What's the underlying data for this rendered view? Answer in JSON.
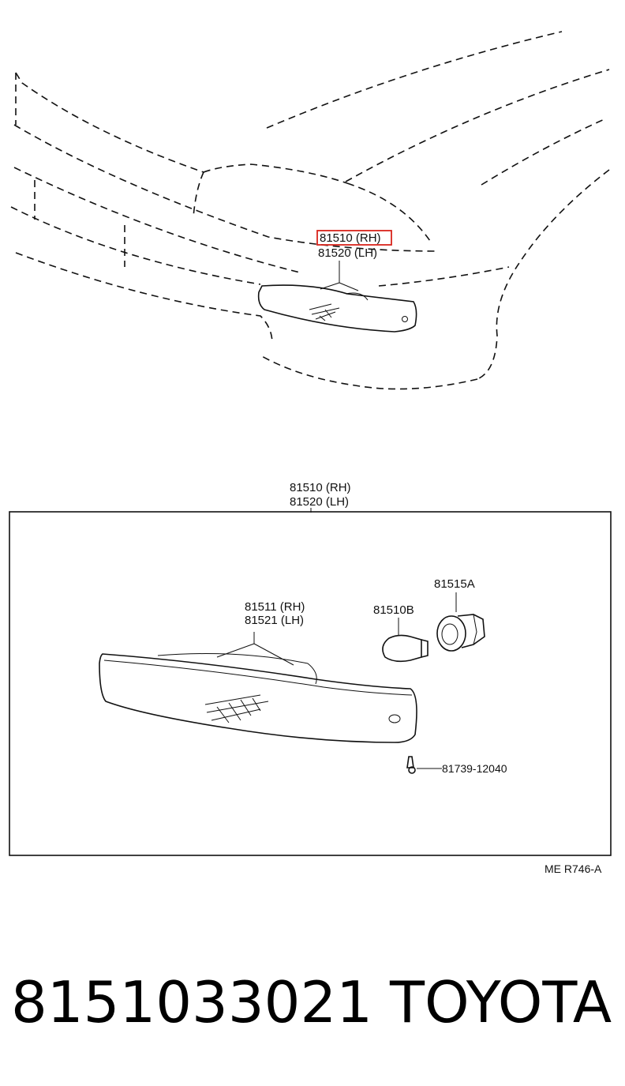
{
  "top_view": {
    "label_rh": "81510 (RH)",
    "label_lh": "81520 (LH)",
    "highlight_color": "#d9241c"
  },
  "exploded_view": {
    "assembly_rh": "81510 (RH)",
    "assembly_lh": "81520 (LH)",
    "lens_rh": "81511 (RH)",
    "lens_lh": "81521 (LH)",
    "bulb": "81510B",
    "socket": "81515A",
    "screw": "81739-12040",
    "diagram_code": "ME R746-A"
  },
  "footer": {
    "part_number": "8151033021",
    "brand": "TOYOTA"
  }
}
